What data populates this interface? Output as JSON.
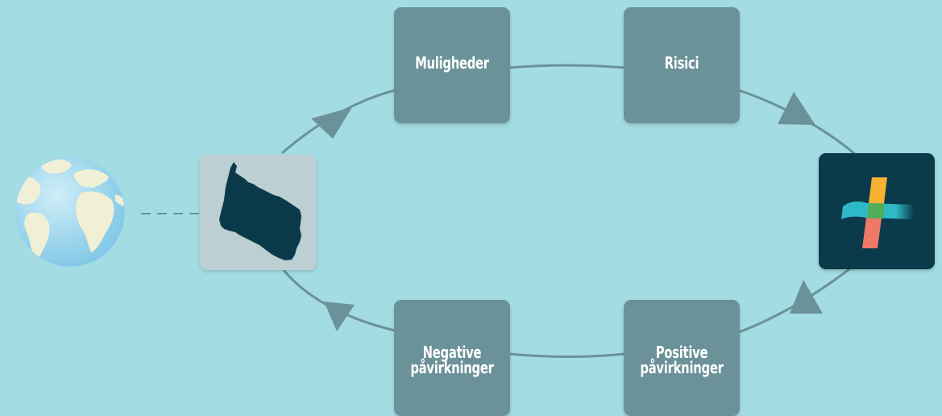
{
  "boxes": {
    "muligheder": "Muligheder",
    "risici": "Risici",
    "negative": "Negative påvirkninger",
    "positive": "Positive påvirkninger"
  },
  "icons": {
    "globe": "globe-icon",
    "region": "island-map-icon",
    "logo": "cross-logo-icon"
  },
  "colors": {
    "background": "#a3dce3",
    "box": "#6b9298",
    "connector": "#6b9298",
    "region_card": "#bccfd2",
    "region_shape": "#0a3a4a",
    "logo_card": "#0b3b4b"
  }
}
